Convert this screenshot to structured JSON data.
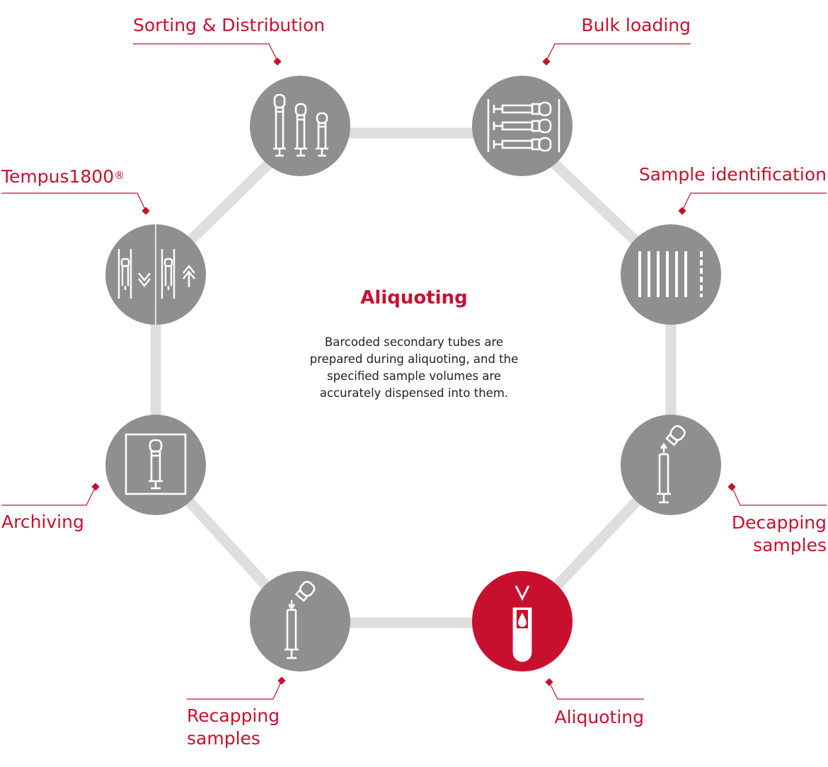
{
  "colors": {
    "accent": "#c8102e",
    "node_gray": "#8f8f8f",
    "ring": "#dedede",
    "icon_white": "#ffffff"
  },
  "steps": [
    {
      "label": "Sorting & Distribution",
      "icon": "three-tubes-icon",
      "active": false
    },
    {
      "label": "Bulk loading",
      "icon": "tube-rack-icon",
      "active": false
    },
    {
      "label": "Sample identification",
      "icon": "barcode-icon",
      "active": false
    },
    {
      "label_lines": [
        "Decapping",
        "samples"
      ],
      "icon": "decap-tube-icon",
      "active": false
    },
    {
      "label": "Aliquoting",
      "icon": "dispense-drop-icon",
      "active": true
    },
    {
      "label_lines": [
        "Recapping",
        "samples"
      ],
      "icon": "recap-tube-icon",
      "active": false
    },
    {
      "label": "Archiving",
      "icon": "archive-tube-icon",
      "active": false
    },
    {
      "label": "Tempus1800",
      "label_sup": "®",
      "icon": "tube-transfer-icon",
      "active": false
    }
  ],
  "center": {
    "title": "Aliquoting",
    "description": "Barcoded secondary tubes are prepared during aliquoting, and the specified sample volumes are accurately dispensed into them."
  }
}
